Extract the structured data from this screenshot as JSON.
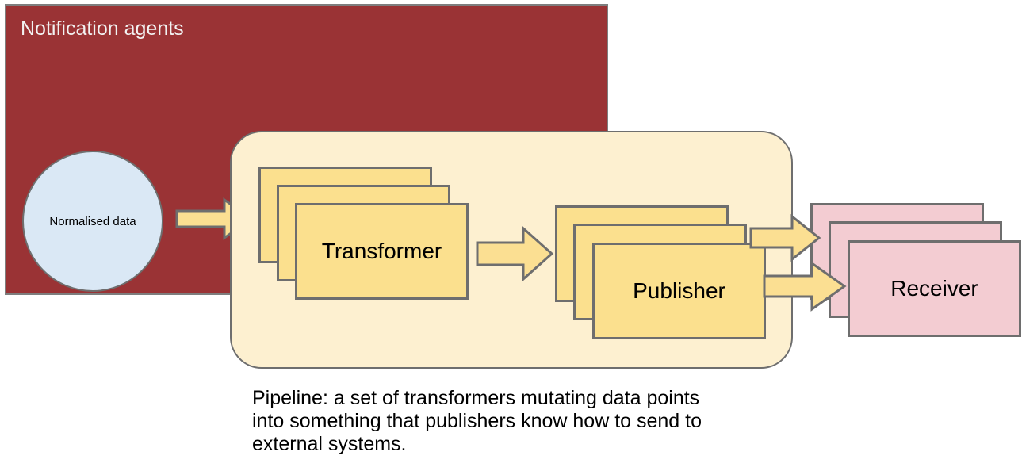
{
  "diagram": {
    "groups": {
      "notification_agents": {
        "label": "Notification agents",
        "fill": "#9A3335",
        "border": "#7E7E7E",
        "text_color": "#F2F2F2"
      },
      "pipeline": {
        "fill": "#FDF0D0",
        "border": "#6E6E6E"
      }
    },
    "nodes": {
      "normalised_data": {
        "label": "Normalised data",
        "shape": "circle",
        "fill": "#DAE8F5",
        "border": "#6E6E6E"
      },
      "transformer": {
        "label": "Transformer",
        "shape": "stacked-cards",
        "count": 3,
        "fill": "#FBE08E",
        "border": "#6E6E6E"
      },
      "publisher": {
        "label": "Publisher",
        "shape": "stacked-cards",
        "count": 3,
        "fill": "#FBE08E",
        "border": "#6E6E6E"
      },
      "receiver": {
        "label": "Receiver",
        "shape": "stacked-cards",
        "count": 3,
        "fill": "#F3CCD2",
        "border": "#6E6E6E"
      }
    },
    "arrows": [
      {
        "name": "normalised-data-to-pipeline",
        "from": "normalised_data",
        "to": "transformer",
        "fill": "#FBDF92"
      },
      {
        "name": "transformer-to-publisher",
        "from": "transformer",
        "to": "publisher",
        "fill": "#FBDF92"
      },
      {
        "name": "publisher-to-receiver-upper",
        "from": "publisher",
        "to": "receiver",
        "fill": "#FBDF92"
      },
      {
        "name": "publisher-to-receiver-lower",
        "from": "publisher",
        "to": "receiver",
        "fill": "#FBDF92"
      }
    ],
    "caption": {
      "line1": "Pipeline: a set of transformers mutating data points",
      "line2": "into something that publishers know how to send to",
      "line3": "external systems."
    }
  }
}
